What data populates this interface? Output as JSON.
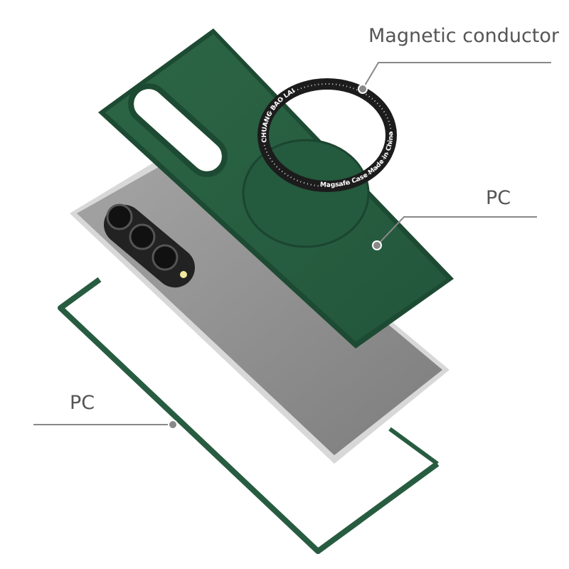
{
  "callouts": {
    "magnetic_conductor": "Magnetic conductor",
    "back_case": "PC",
    "frame": "PC"
  },
  "ring": {
    "brand_text": "CHUANG BAO LAI",
    "bottom_text": "Magsafe Case Made in China"
  },
  "colors": {
    "case_green": "#275c40",
    "phone_gray": "#8c8c8c",
    "ring_black": "#1c1c1c",
    "callout_line": "#888888"
  }
}
